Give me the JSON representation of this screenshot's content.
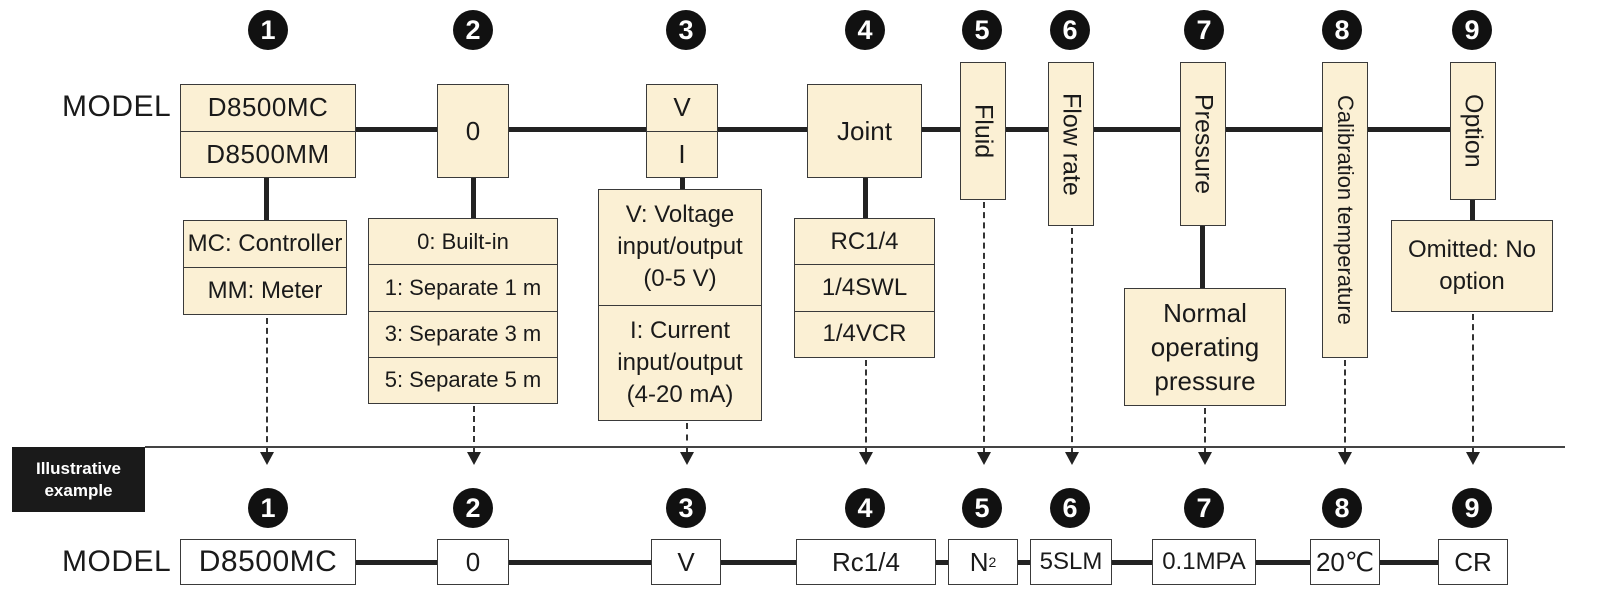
{
  "numbers": [
    "❶",
    "❷",
    "❸",
    "❹",
    "❺",
    "❻",
    "❼",
    "❽",
    "❾"
  ],
  "num_digits": [
    "1",
    "2",
    "3",
    "4",
    "5",
    "6",
    "7",
    "8",
    "9"
  ],
  "model_label": "MODEL",
  "top": {
    "model_options": [
      "D8500MC",
      "D8500MM"
    ],
    "box2": "0",
    "box3": [
      "V",
      "I"
    ],
    "box4": "Joint",
    "box5": "Fluid",
    "box6": "Flow rate",
    "box7": "Pressure",
    "box8": "Calibration temperature",
    "box9": "Option"
  },
  "details": {
    "d1": [
      "MC: Controller",
      "MM: Meter"
    ],
    "d2": [
      "0: Built-in",
      "1: Separate 1 m",
      "3: Separate 3 m",
      "5: Separate 5 m"
    ],
    "d3a": [
      "V: Voltage",
      "input/output",
      "(0-5 V)"
    ],
    "d3b": [
      "I: Current",
      "input/output",
      "(4-20 mA)"
    ],
    "d4": [
      "RC1/4",
      "1/4SWL",
      "1/4VCR"
    ],
    "d7": [
      "Normal",
      "operating",
      "pressure"
    ],
    "d9": [
      "Omitted: No",
      "option"
    ]
  },
  "example_label": [
    "Illustrative",
    "example"
  ],
  "example": {
    "e1": "D8500MC",
    "e2": "0",
    "e3": "V",
    "e4": "Rc1/4",
    "e5_main": "N",
    "e5_sub": "2",
    "e6": "5SLM",
    "e7": "0.1MPA",
    "e8": "20℃",
    "e9": "CR"
  }
}
